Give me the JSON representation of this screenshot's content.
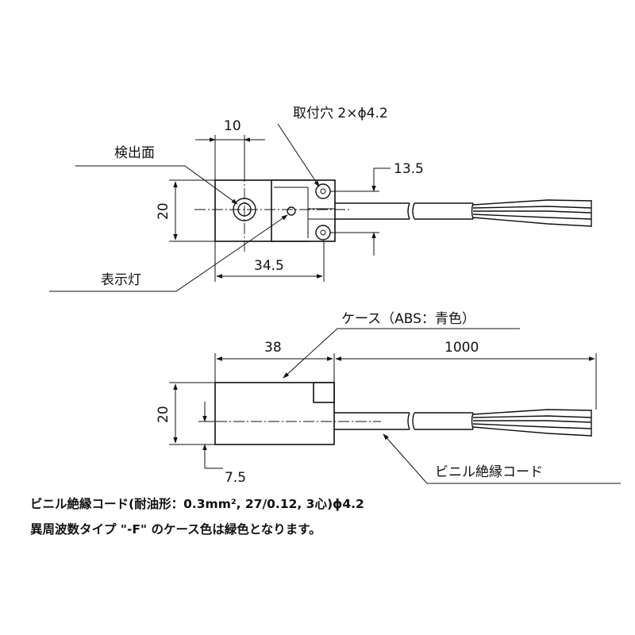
{
  "top_view": {
    "dim_width_label": "10",
    "dim_height_label": "20",
    "dim_length_label": "34.5",
    "dim_pitch_label": "13.5",
    "mount_hole_label": "取付穴 2×ϕ4.2",
    "sensing_face_label": "検出面",
    "indicator_label": "表示灯"
  },
  "side_view": {
    "case_label": "ケース（ABS：青色）",
    "dim_length_label": "38",
    "dim_cable_label": "1000",
    "dim_height_label": "20",
    "dim_offset_label": "7.5",
    "cable_label": "ビニル絶縁コード"
  },
  "notes": {
    "line1": "ビニル絶縁コード(耐油形：0.3mm², 27/0.12, 3心)ϕ4.2",
    "line2": "異周波数タイプ \"-F\" のケース色は緑色となります。"
  }
}
